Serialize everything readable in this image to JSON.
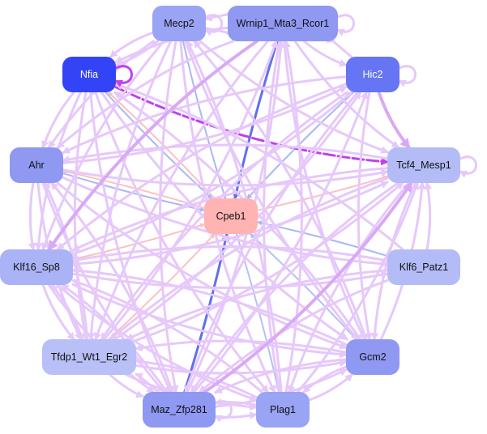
{
  "diagram": {
    "type": "gene-regulatory-network",
    "center_node": "Cpeb1",
    "nodes": [
      {
        "id": "Mecp2",
        "label": "Mecp2",
        "fill": "#9aa4f4",
        "text": "#111111"
      },
      {
        "id": "Wrnip1",
        "label": "Wrnip1_Mta3_Rcor1",
        "fill": "#8f99f2",
        "text": "#111111"
      },
      {
        "id": "Nfia",
        "label": "Nfia",
        "fill": "#3344f6",
        "text": "#ffffff"
      },
      {
        "id": "Hic2",
        "label": "Hic2",
        "fill": "#6675f3",
        "text": "#ffffff"
      },
      {
        "id": "Ahr",
        "label": "Ahr",
        "fill": "#8f99f2",
        "text": "#111111"
      },
      {
        "id": "Tcf4",
        "label": "Tcf4_Mesp1",
        "fill": "#b3bcf6",
        "text": "#111111"
      },
      {
        "id": "Cpeb1",
        "label": "Cpeb1",
        "fill": "#ffb3b3",
        "text": "#111111"
      },
      {
        "id": "Klf16",
        "label": "Klf16_Sp8",
        "fill": "#aab3f5",
        "text": "#111111"
      },
      {
        "id": "Klf6",
        "label": "Klf6_Patz1",
        "fill": "#b3bcf6",
        "text": "#111111"
      },
      {
        "id": "Tfdp1",
        "label": "Tfdp1_Wt1_Egr2",
        "fill": "#b8c0f7",
        "text": "#111111"
      },
      {
        "id": "Gcm2",
        "label": "Gcm2",
        "fill": "#8f99f2",
        "text": "#111111"
      },
      {
        "id": "Maz",
        "label": "Maz_Zfp281",
        "fill": "#8f99f2",
        "text": "#111111"
      },
      {
        "id": "Plag1",
        "label": "Plag1",
        "fill": "#9aa4f4",
        "text": "#111111"
      }
    ],
    "edges": [
      {
        "from": "Nfia",
        "to": "Tcf4",
        "color": "#c040ee",
        "weight": 3
      },
      {
        "from": "Wrnip1",
        "to": "Cpeb1",
        "color": "#6070ee",
        "weight": 3
      },
      {
        "from": "Maz",
        "to": "Cpeb1",
        "color": "#6070ee",
        "weight": 3
      },
      {
        "from": "Mecp2",
        "to": "Cpeb1",
        "color": "#a8b8f4",
        "weight": 2
      },
      {
        "from": "Nfia",
        "to": "Cpeb1",
        "color": "#a8b8f4",
        "weight": 2
      },
      {
        "from": "Hic2",
        "to": "Cpeb1",
        "color": "#a8b8f4",
        "weight": 2
      },
      {
        "from": "Ahr",
        "to": "Cpeb1",
        "color": "#a8b8f4",
        "weight": 2
      },
      {
        "from": "Klf6",
        "to": "Cpeb1",
        "color": "#a8b8f4",
        "weight": 2
      },
      {
        "from": "Gcm2",
        "to": "Cpeb1",
        "color": "#b4c0f6",
        "weight": 2
      },
      {
        "from": "Plag1",
        "to": "Cpeb1",
        "color": "#b4c0f6",
        "weight": 2
      },
      {
        "from": "Klf16",
        "to": "Cpeb1",
        "color": "#fcc0c0",
        "weight": 2
      },
      {
        "from": "Tfdp1",
        "to": "Cpeb1",
        "color": "#fcc0c0",
        "weight": 2
      },
      {
        "from": "Cpeb1",
        "to": "Tcf4",
        "color": "#fcc0c0",
        "weight": 2
      },
      {
        "from": "Cpeb1",
        "to": "Ahr",
        "color": "#fcc0c0",
        "weight": 2
      },
      {
        "from": "Cpeb1",
        "to": "Nfia",
        "color": "#fcc0c0",
        "weight": 2
      },
      {
        "from": "Mecp2",
        "to": "Wrnip1",
        "color": "#e6c8fa",
        "weight": 3
      },
      {
        "from": "Mecp2",
        "to": "Nfia",
        "color": "#e6c8fa",
        "weight": 3
      },
      {
        "from": "Mecp2",
        "to": "Ahr",
        "color": "#e6c8fa",
        "weight": 3
      },
      {
        "from": "Mecp2",
        "to": "Klf16",
        "color": "#e6c8fa",
        "weight": 3
      },
      {
        "from": "Mecp2",
        "to": "Tfdp1",
        "color": "#e6c8fa",
        "weight": 3
      },
      {
        "from": "Mecp2",
        "to": "Maz",
        "color": "#e6c8fa",
        "weight": 3
      },
      {
        "from": "Mecp2",
        "to": "Tcf4",
        "color": "#e6c8fa",
        "weight": 3
      },
      {
        "from": "Mecp2",
        "to": "Plag1",
        "color": "#e6c8fa",
        "weight": 3
      },
      {
        "from": "Mecp2",
        "to": "Gcm2",
        "color": "#e6c8fa",
        "weight": 3
      },
      {
        "from": "Wrnip1",
        "to": "Mecp2",
        "color": "#e6c8fa",
        "weight": 3
      },
      {
        "from": "Wrnip1",
        "to": "Hic2",
        "color": "#e6c8fa",
        "weight": 3
      },
      {
        "from": "Wrnip1",
        "to": "Tcf4",
        "color": "#e6c8fa",
        "weight": 3
      },
      {
        "from": "Wrnip1",
        "to": "Klf16",
        "color": "#d9a8f6",
        "weight": 4
      },
      {
        "from": "Wrnip1",
        "to": "Tfdp1",
        "color": "#e6c8fa",
        "weight": 3
      },
      {
        "from": "Wrnip1",
        "to": "Ahr",
        "color": "#e6c8fa",
        "weight": 3
      },
      {
        "from": "Wrnip1",
        "to": "Gcm2",
        "color": "#e6c8fa",
        "weight": 3
      },
      {
        "from": "Wrnip1",
        "to": "Plag1",
        "color": "#e6c8fa",
        "weight": 3
      },
      {
        "from": "Wrnip1",
        "to": "Nfia",
        "color": "#e6c8fa",
        "weight": 3
      },
      {
        "from": "Hic2",
        "to": "Tcf4",
        "color": "#d9a8f6",
        "weight": 4
      },
      {
        "from": "Hic2",
        "to": "Klf16",
        "color": "#e6c8fa",
        "weight": 3
      },
      {
        "from": "Hic2",
        "to": "Tfdp1",
        "color": "#e6c8fa",
        "weight": 3
      },
      {
        "from": "Hic2",
        "to": "Ahr",
        "color": "#e6c8fa",
        "weight": 3
      },
      {
        "from": "Hic2",
        "to": "Maz",
        "color": "#e6c8fa",
        "weight": 3
      },
      {
        "from": "Hic2",
        "to": "Gcm2",
        "color": "#e6c8fa",
        "weight": 3
      },
      {
        "from": "Hic2",
        "to": "Wrnip1",
        "color": "#e6c8fa",
        "weight": 3
      },
      {
        "from": "Nfia",
        "to": "Ahr",
        "color": "#e6c8fa",
        "weight": 3
      },
      {
        "from": "Nfia",
        "to": "Klf16",
        "color": "#e6c8fa",
        "weight": 3
      },
      {
        "from": "Nfia",
        "to": "Tfdp1",
        "color": "#e6c8fa",
        "weight": 3
      },
      {
        "from": "Nfia",
        "to": "Maz",
        "color": "#e6c8fa",
        "weight": 3
      },
      {
        "from": "Nfia",
        "to": "Gcm2",
        "color": "#e6c8fa",
        "weight": 3
      },
      {
        "from": "Nfia",
        "to": "Plag1",
        "color": "#e6c8fa",
        "weight": 3
      },
      {
        "from": "Nfia",
        "to": "Mecp2",
        "color": "#e6c8fa",
        "weight": 3
      },
      {
        "from": "Ahr",
        "to": "Tcf4",
        "color": "#e6c8fa",
        "weight": 3
      },
      {
        "from": "Ahr",
        "to": "Klf16",
        "color": "#e6c8fa",
        "weight": 3
      },
      {
        "from": "Ahr",
        "to": "Tfdp1",
        "color": "#e6c8fa",
        "weight": 3
      },
      {
        "from": "Ahr",
        "to": "Maz",
        "color": "#e6c8fa",
        "weight": 3
      },
      {
        "from": "Ahr",
        "to": "Gcm2",
        "color": "#e6c8fa",
        "weight": 3
      },
      {
        "from": "Ahr",
        "to": "Klf6",
        "color": "#e6c8fa",
        "weight": 3
      },
      {
        "from": "Ahr",
        "to": "Hic2",
        "color": "#e6c8fa",
        "weight": 3
      },
      {
        "from": "Tcf4",
        "to": "Klf16",
        "color": "#e6c8fa",
        "weight": 3
      },
      {
        "from": "Tcf4",
        "to": "Tfdp1",
        "color": "#e6c8fa",
        "weight": 3
      },
      {
        "from": "Tcf4",
        "to": "Maz",
        "color": "#e6c8fa",
        "weight": 3
      },
      {
        "from": "Tcf4",
        "to": "Ahr",
        "color": "#e6c8fa",
        "weight": 3
      },
      {
        "from": "Tcf4",
        "to": "Plag1",
        "color": "#e6c8fa",
        "weight": 3
      },
      {
        "from": "Tcf4",
        "to": "Gcm2",
        "color": "#e6c8fa",
        "weight": 3
      },
      {
        "from": "Klf16",
        "to": "Tcf4",
        "color": "#e6c8fa",
        "weight": 3
      },
      {
        "from": "Klf16",
        "to": "Tfdp1",
        "color": "#e6c8fa",
        "weight": 3
      },
      {
        "from": "Klf16",
        "to": "Maz",
        "color": "#e6c8fa",
        "weight": 3
      },
      {
        "from": "Klf16",
        "to": "Plag1",
        "color": "#e6c8fa",
        "weight": 3
      },
      {
        "from": "Klf16",
        "to": "Gcm2",
        "color": "#e6c8fa",
        "weight": 3
      },
      {
        "from": "Klf16",
        "to": "Klf6",
        "color": "#e6c8fa",
        "weight": 3
      },
      {
        "from": "Klf16",
        "to": "Hic2",
        "color": "#e6c8fa",
        "weight": 3
      },
      {
        "from": "Klf6",
        "to": "Tcf4",
        "color": "#e6c8fa",
        "weight": 3
      },
      {
        "from": "Klf6",
        "to": "Klf16",
        "color": "#e6c8fa",
        "weight": 3
      },
      {
        "from": "Klf6",
        "to": "Tfdp1",
        "color": "#e6c8fa",
        "weight": 3
      },
      {
        "from": "Klf6",
        "to": "Maz",
        "color": "#e6c8fa",
        "weight": 3
      },
      {
        "from": "Klf6",
        "to": "Nfia",
        "color": "#e6c8fa",
        "weight": 3
      },
      {
        "from": "Tfdp1",
        "to": "Tcf4",
        "color": "#e6c8fa",
        "weight": 3
      },
      {
        "from": "Tfdp1",
        "to": "Maz",
        "color": "#e6c8fa",
        "weight": 3
      },
      {
        "from": "Tfdp1",
        "to": "Klf16",
        "color": "#e6c8fa",
        "weight": 3
      },
      {
        "from": "Tfdp1",
        "to": "Gcm2",
        "color": "#e6c8fa",
        "weight": 3
      },
      {
        "from": "Tfdp1",
        "to": "Plag1",
        "color": "#e6c8fa",
        "weight": 3
      },
      {
        "from": "Tfdp1",
        "to": "Hic2",
        "color": "#e6c8fa",
        "weight": 3
      },
      {
        "from": "Tfdp1",
        "to": "Wrnip1",
        "color": "#e6c8fa",
        "weight": 3
      },
      {
        "from": "Tfdp1",
        "to": "Ahr",
        "color": "#e6c8fa",
        "weight": 3
      },
      {
        "from": "Gcm2",
        "to": "Tcf4",
        "color": "#e6c8fa",
        "weight": 3
      },
      {
        "from": "Gcm2",
        "to": "Tfdp1",
        "color": "#e6c8fa",
        "weight": 3
      },
      {
        "from": "Gcm2",
        "to": "Maz",
        "color": "#e6c8fa",
        "weight": 3
      },
      {
        "from": "Gcm2",
        "to": "Klf16",
        "color": "#e6c8fa",
        "weight": 3
      },
      {
        "from": "Gcm2",
        "to": "Plag1",
        "color": "#e6c8fa",
        "weight": 3
      },
      {
        "from": "Gcm2",
        "to": "Nfia",
        "color": "#e6c8fa",
        "weight": 3
      },
      {
        "from": "Gcm2",
        "to": "Mecp2",
        "color": "#e6c8fa",
        "weight": 3
      },
      {
        "from": "Maz",
        "to": "Tfdp1",
        "color": "#e6c8fa",
        "weight": 3
      },
      {
        "from": "Maz",
        "to": "Klf16",
        "color": "#e6c8fa",
        "weight": 3
      },
      {
        "from": "Maz",
        "to": "Tcf4",
        "color": "#d9a8f6",
        "weight": 4
      },
      {
        "from": "Maz",
        "to": "Plag1",
        "color": "#e6c8fa",
        "weight": 3
      },
      {
        "from": "Maz",
        "to": "Gcm2",
        "color": "#e6c8fa",
        "weight": 3
      },
      {
        "from": "Maz",
        "to": "Hic2",
        "color": "#e6c8fa",
        "weight": 3
      },
      {
        "from": "Maz",
        "to": "Wrnip1",
        "color": "#e6c8fa",
        "weight": 3
      },
      {
        "from": "Maz",
        "to": "Ahr",
        "color": "#e6c8fa",
        "weight": 3
      },
      {
        "from": "Plag1",
        "to": "Tcf4",
        "color": "#e6c8fa",
        "weight": 3
      },
      {
        "from": "Plag1",
        "to": "Klf16",
        "color": "#e6c8fa",
        "weight": 3
      },
      {
        "from": "Plag1",
        "to": "Maz",
        "color": "#e6c8fa",
        "weight": 3
      },
      {
        "from": "Plag1",
        "to": "Tfdp1",
        "color": "#e6c8fa",
        "weight": 3
      },
      {
        "from": "Plag1",
        "to": "Gcm2",
        "color": "#e6c8fa",
        "weight": 3
      },
      {
        "from": "Plag1",
        "to": "Wrnip1",
        "color": "#e6c8fa",
        "weight": 3
      },
      {
        "from": "Plag1",
        "to": "Mecp2",
        "color": "#e6c8fa",
        "weight": 3
      }
    ],
    "self_loops": [
      {
        "node": "Mecp2",
        "color": "#e6c8fa"
      },
      {
        "node": "Wrnip1",
        "color": "#e6c8fa"
      },
      {
        "node": "Nfia",
        "color": "#c040ee"
      },
      {
        "node": "Hic2",
        "color": "#e6c8fa"
      },
      {
        "node": "Tcf4",
        "color": "#e6c8fa"
      },
      {
        "node": "Maz",
        "color": "#e6c8fa"
      }
    ]
  }
}
